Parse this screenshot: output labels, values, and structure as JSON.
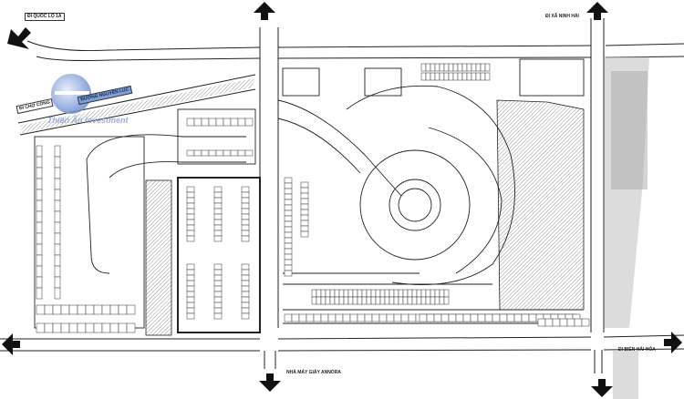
{
  "labels": {
    "to_highway": "ĐI QUỐC LỘ 1A",
    "to_market": "ĐI CHỢ CỒNG",
    "street_name": "ĐƯỜNG NGUYỄN LUC",
    "to_commune": "ĐI XÃ NINH HẢI",
    "factory": "NHÀ MÁY GIẤY ANNORA",
    "to_beach": "ĐI BIỂN HẢI HÒA"
  },
  "logo": {
    "text": "Thiên Ân Investment"
  },
  "colors": {
    "line": "#222222",
    "hatch": "#9a9a9a",
    "logo": "#6f8fd0"
  }
}
